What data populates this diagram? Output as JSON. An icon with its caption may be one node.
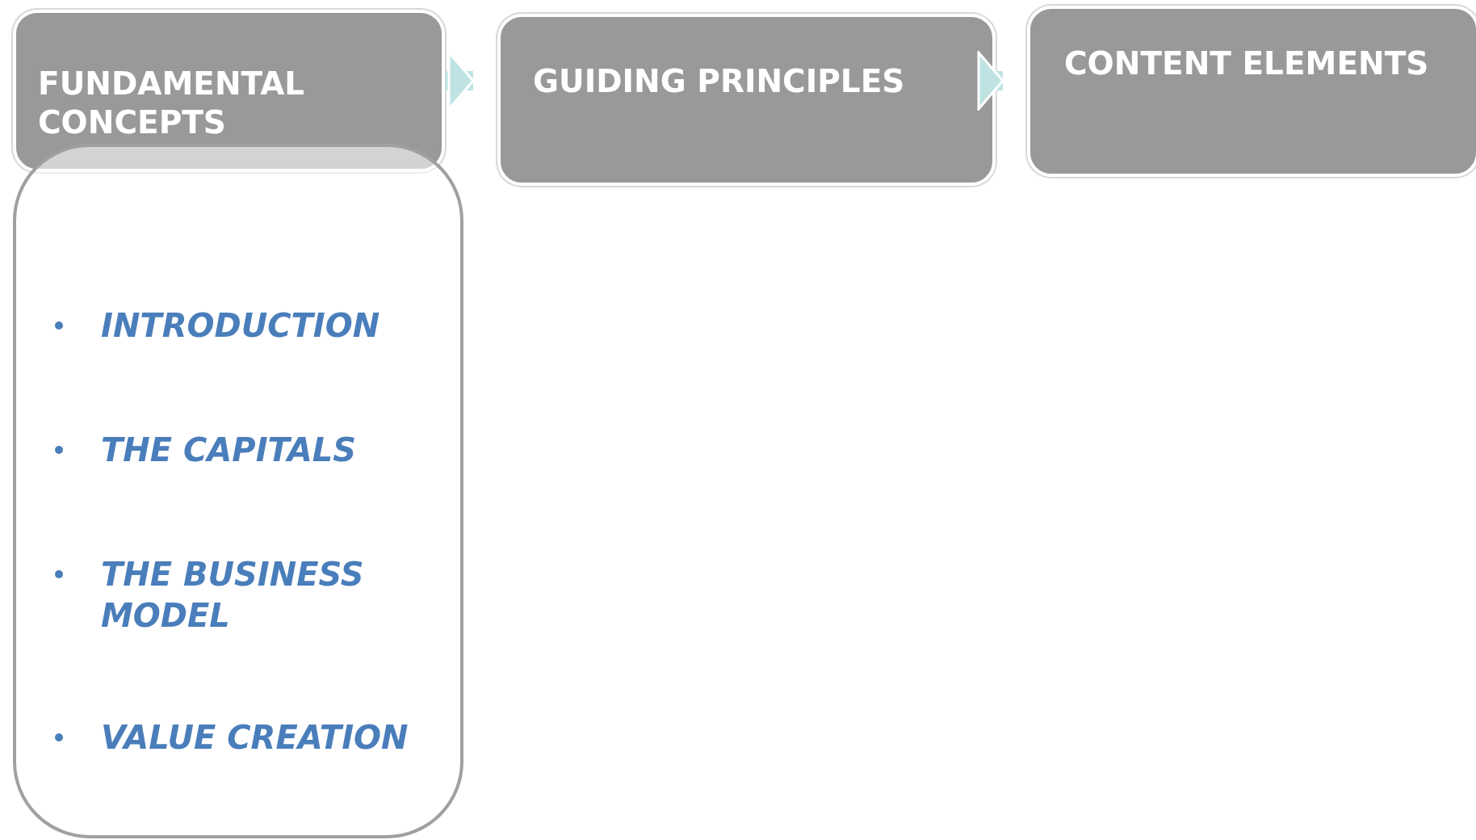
{
  "diagram": {
    "nodes": [
      {
        "text": [
          "FUNDAMENTAL CONCEPTS"
        ]
      },
      {
        "text": [
          "GUIDING PRINCIPLES"
        ]
      },
      {
        "text": [
          "CONTENT ELEMENTS"
        ]
      },
      {
        "text": [
          "INTRODUCTION",
          "THE CAPITALS",
          "THE BUSINESS MODEL",
          "VALUE CREATION"
        ]
      }
    ],
    "edges": [
      {
        "from": 0,
        "to": 1,
        "arrow": "to"
      },
      {
        "from": 1,
        "to": 2,
        "arrow": "to"
      }
    ]
  }
}
